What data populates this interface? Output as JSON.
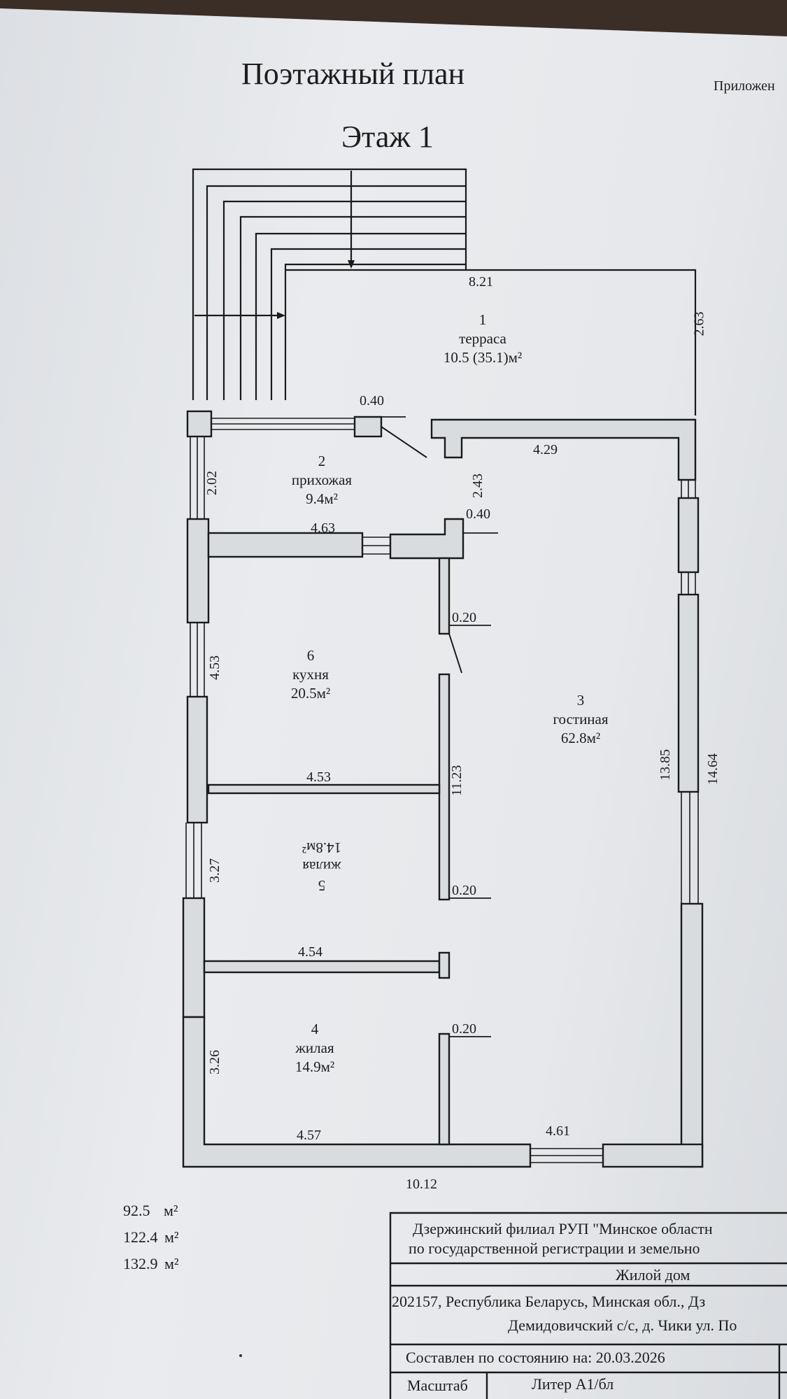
{
  "header": {
    "title": "Поэтажный план",
    "floor": "Этаж 1",
    "appendix": "Приложен"
  },
  "rooms": [
    {
      "number": "1",
      "name": "терраса",
      "area": "10.5 (35.1)м²"
    },
    {
      "number": "2",
      "name": "прихожая",
      "area": "9.4м²"
    },
    {
      "number": "3",
      "name": "гостиная",
      "area": "62.8м²"
    },
    {
      "number": "4",
      "name": "жилая",
      "area": "14.9м²"
    },
    {
      "number": "5",
      "name": "жилая",
      "area": "14.8м²"
    },
    {
      "number": "6",
      "name": "кухня",
      "area": "20.5м²"
    }
  ],
  "dimensions": {
    "terrace_width": "8.21",
    "terrace_depth": "2.63",
    "wall_thickness_top": "0.40",
    "living_top_width": "4.29",
    "hall_height": "2.02",
    "hall_door": "2.43",
    "hall_wall_thickness": "0.40",
    "hall_width": "4.63",
    "partition_1": "0.20",
    "kitchen_height": "4.53",
    "kitchen_width": "4.53",
    "corridor_length": "11.23",
    "inner_height": "13.85",
    "outer_height": "14.64",
    "partition_2": "0.20",
    "room5_height": "3.27",
    "room5_width": "4.54",
    "partition_3": "0.20",
    "room4_height": "3.26",
    "room4_width": "4.57",
    "living_bottom_width": "4.61",
    "total_width": "10.12"
  },
  "totals": [
    {
      "value": "92.5",
      "unit": "м²"
    },
    {
      "value": "122.4",
      "unit": "м²"
    },
    {
      "value": "132.9",
      "unit": "м²"
    }
  ],
  "stamp": {
    "org_line1": "Дзержинский филиал РУП \"Минское областн",
    "org_line2": "по государственной регистрации и земельно",
    "object": "Жилой дом",
    "address_line1": "202157, Республика Беларусь, Минская обл., Дз",
    "address_line2": "Демидовичский с/с, д. Чики ул. По",
    "date_label": "Составлен по состоянию на: 20.03.2026",
    "scale_label": "Масштаб",
    "liter_label": "Литер А1/бл"
  }
}
